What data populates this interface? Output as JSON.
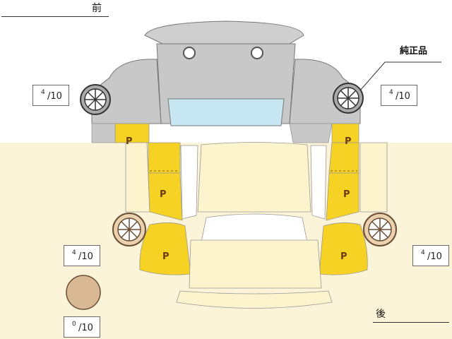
{
  "labels": {
    "front": "前",
    "rear": "後",
    "genuine": "純正品",
    "panel_mark": "P"
  },
  "tire_scores": {
    "front_left": {
      "num": "4",
      "den": "/10"
    },
    "front_right": {
      "num": "4",
      "den": "/10"
    },
    "rear_left": {
      "num": "4",
      "den": "/10"
    },
    "rear_right": {
      "num": "4",
      "den": "/10"
    },
    "spare": {
      "num": "0",
      "den": "/10"
    }
  },
  "colors": {
    "painted_panel": "#f5d223",
    "upper_body": "#c8c8c8",
    "lower_body": "#fdf3cc",
    "glass": "#c6e7f2",
    "page_band": "#fcf4d8"
  }
}
